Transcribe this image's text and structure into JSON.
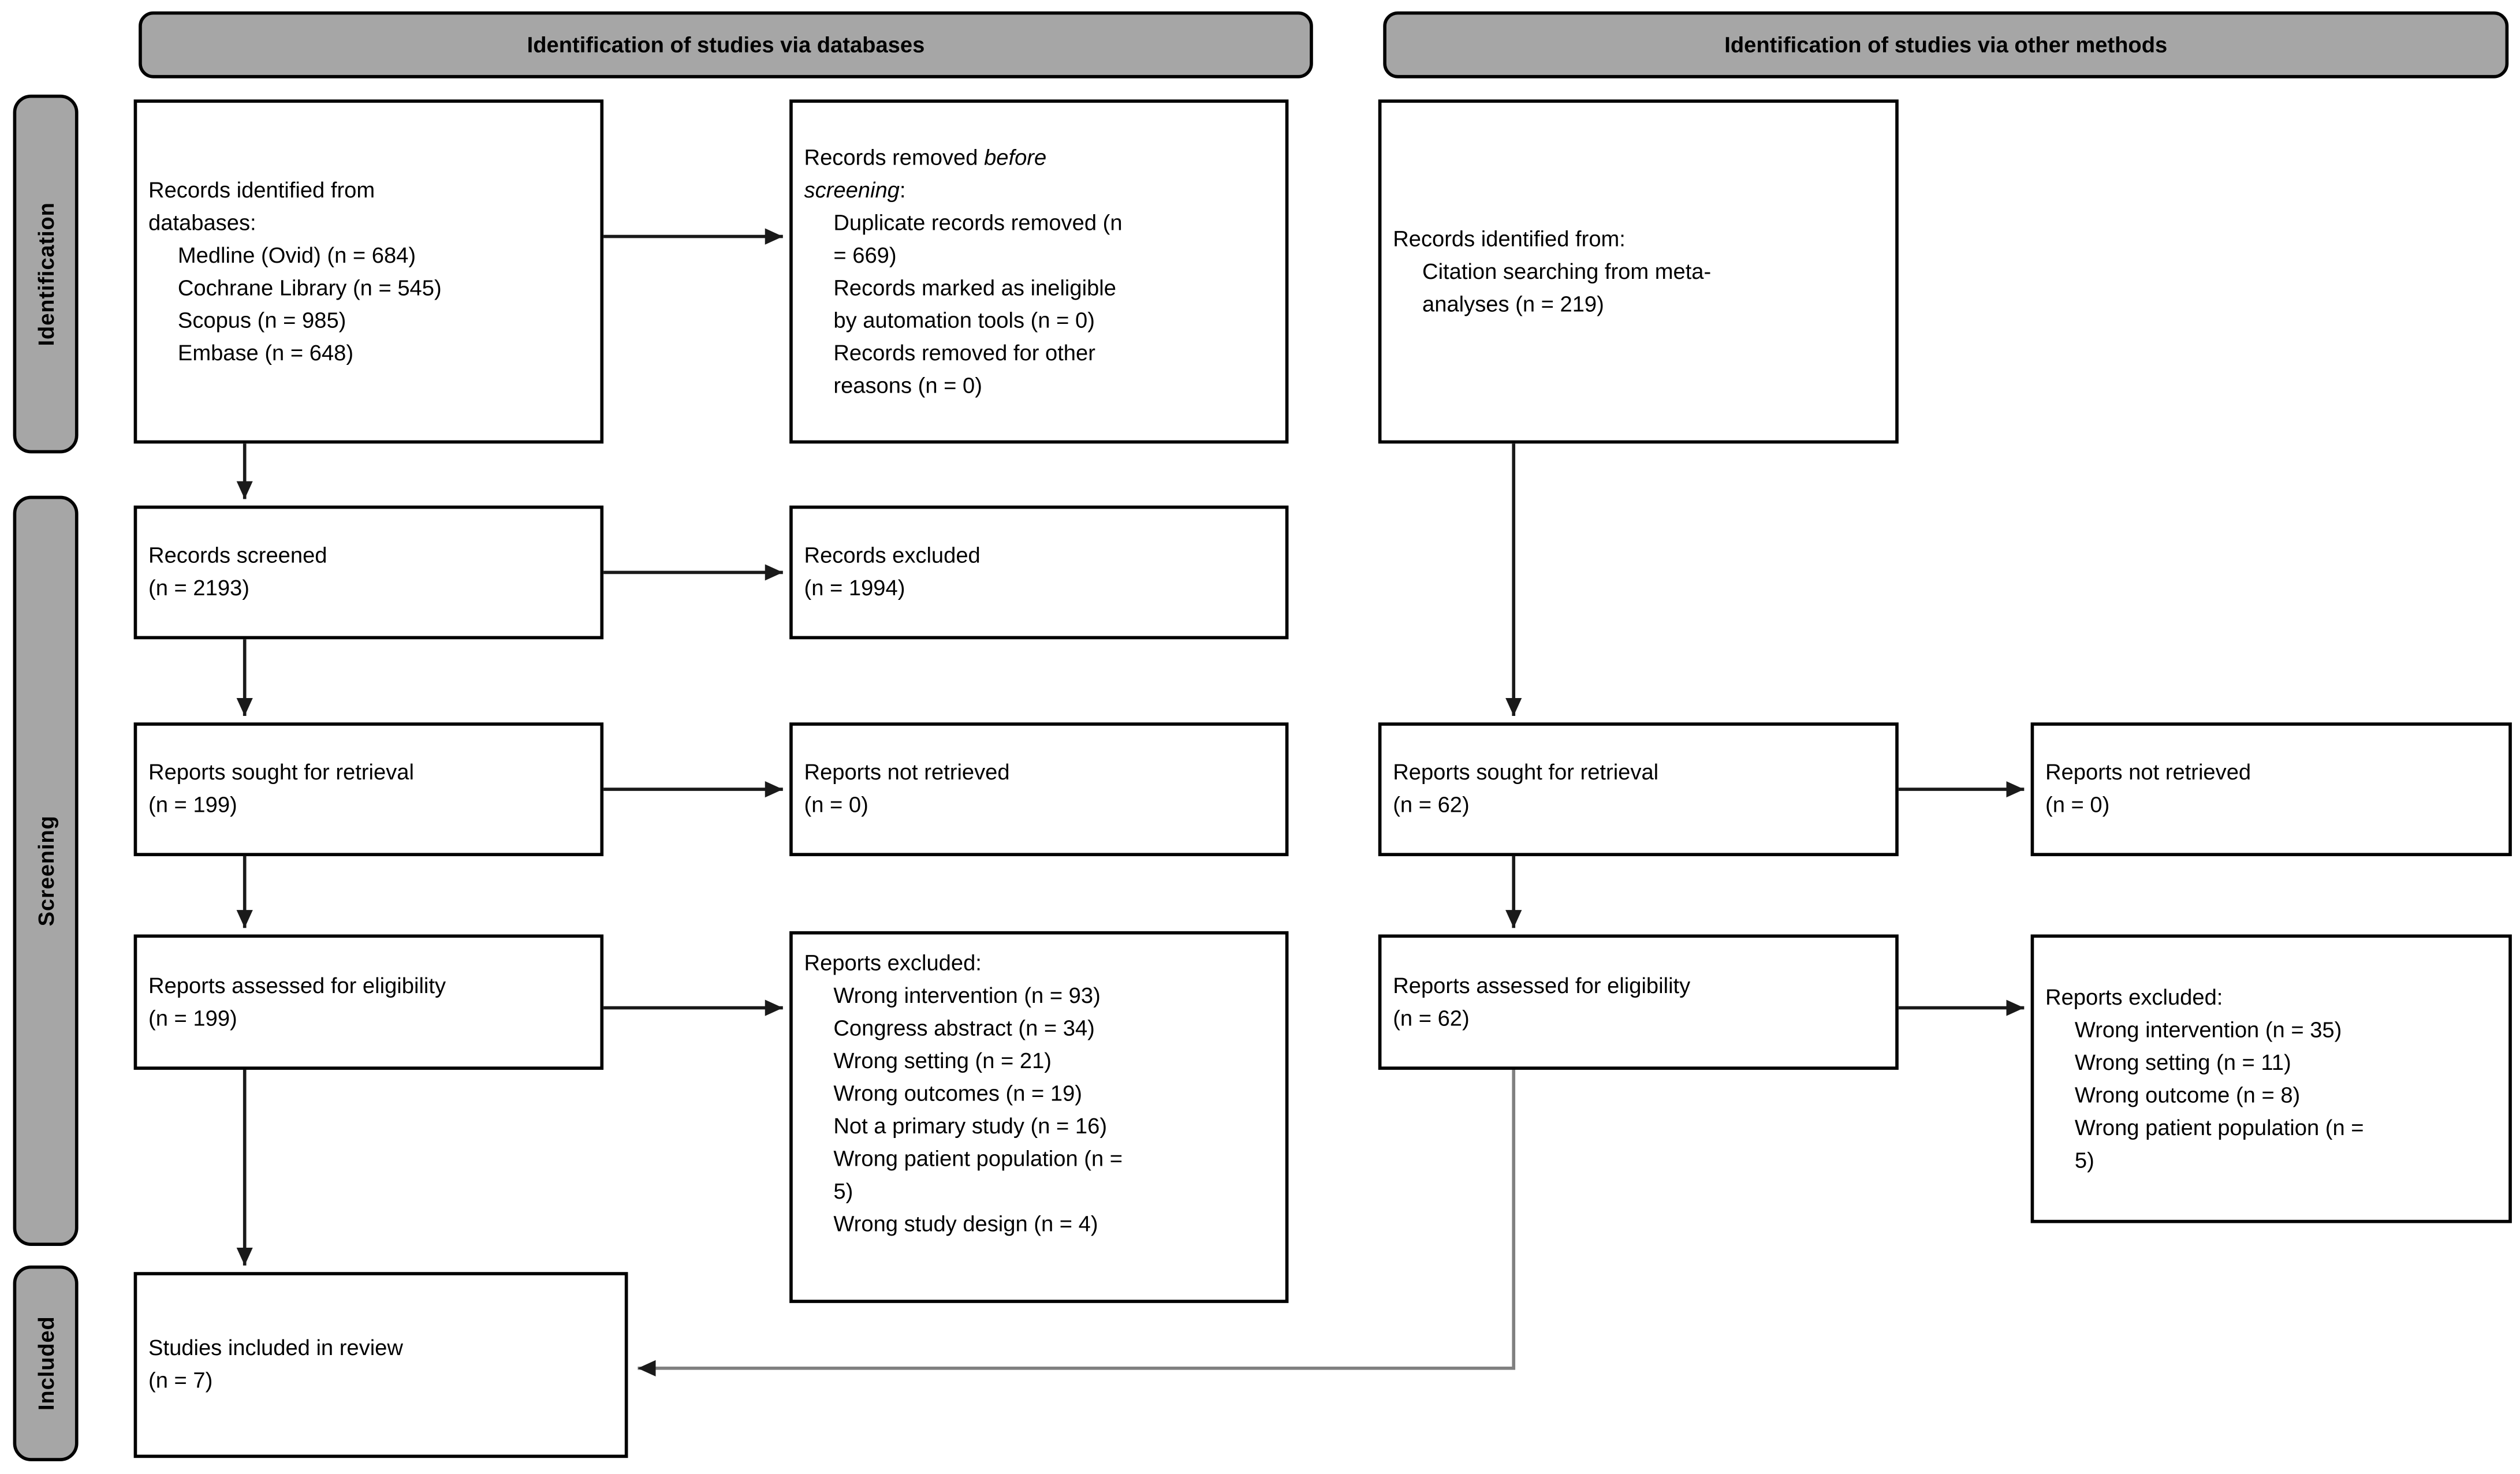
{
  "headers": {
    "databases": "Identification of studies via databases",
    "other_methods": "Identification of studies via other methods"
  },
  "rails": {
    "identification": "Identification",
    "screening": "Screening",
    "included": "Included"
  },
  "boxes": {
    "db_identified": {
      "title": "Records identified from\ndatabases:",
      "items": [
        "Medline (Ovid) (n = 684)",
        "Cochrane Library (n = 545)",
        "Scopus (n = 985)",
        "Embase (n = 648)"
      ]
    },
    "records_removed": {
      "title_prefix": "Records removed ",
      "title_italic": "before\nscreening",
      "title_suffix": ":",
      "items": [
        "Duplicate records removed (n\n= 669)",
        "Records marked as ineligible\nby automation tools (n = 0)",
        "Records removed for other\nreasons (n = 0)"
      ]
    },
    "other_identified": {
      "title": "Records identified from:",
      "items": [
        "Citation searching from meta-\nanalyses (n = 219)"
      ]
    },
    "records_screened": "Records screened\n(n = 2193)",
    "records_excluded": "Records excluded\n(n = 1994)",
    "reports_sought_db": "Reports sought for retrieval\n(n = 199)",
    "reports_not_retrieved_db": "Reports not retrieved\n(n = 0)",
    "reports_sought_other": "Reports sought for retrieval\n(n = 62)",
    "reports_not_retrieved_other": "Reports not retrieved\n(n = 0)",
    "reports_assessed_db": "Reports assessed for eligibility\n(n = 199)",
    "reports_excluded_db": {
      "title": "Reports excluded:",
      "items": [
        "Wrong intervention (n = 93)",
        "Congress abstract (n = 34)",
        "Wrong setting (n = 21)",
        "Wrong outcomes (n = 19)",
        "Not a primary study (n = 16)",
        "Wrong patient population (n =\n5)",
        "Wrong study design (n = 4)"
      ]
    },
    "reports_assessed_other": "Reports assessed for eligibility\n(n = 62)",
    "reports_excluded_other": {
      "title": "Reports excluded:",
      "items": [
        "Wrong intervention (n = 35)",
        "Wrong setting (n = 11)",
        "Wrong outcome (n = 8)",
        "Wrong patient population (n =\n5)"
      ]
    },
    "studies_included": "Studies included in review\n(n = 7)"
  },
  "colors": {
    "header_fill": "#a6a6a6",
    "rail_fill": "#a6a6a6",
    "box_border": "#000000",
    "connector": "#1a1a1a",
    "elbow_connector": "#808080"
  }
}
